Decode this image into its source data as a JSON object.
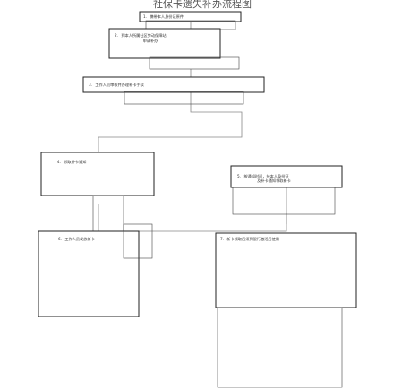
{
  "title": "社保卡遗失补办流程图",
  "steps": [
    {
      "number": "1.",
      "text": "携带本人身份证原件"
    },
    {
      "number": "2.",
      "text": "到本人所属社区劳动保障站",
      "text2": "申请补办"
    },
    {
      "number": "3.",
      "text": "工作人员审核并办理补卡手续"
    },
    {
      "number": "4.",
      "text": "领取补卡通知"
    },
    {
      "number": "5.",
      "text": "按通知时间，持本人身份证",
      "text2": "及补卡通知领取新卡"
    },
    {
      "number": "6.",
      "text": "工作人员发放新卡"
    },
    {
      "number": "7.",
      "text": "新卡领取后须到银行激活后使用"
    }
  ],
  "colors": {
    "border": "#222222",
    "connector": "#888888",
    "text": "#333333"
  }
}
